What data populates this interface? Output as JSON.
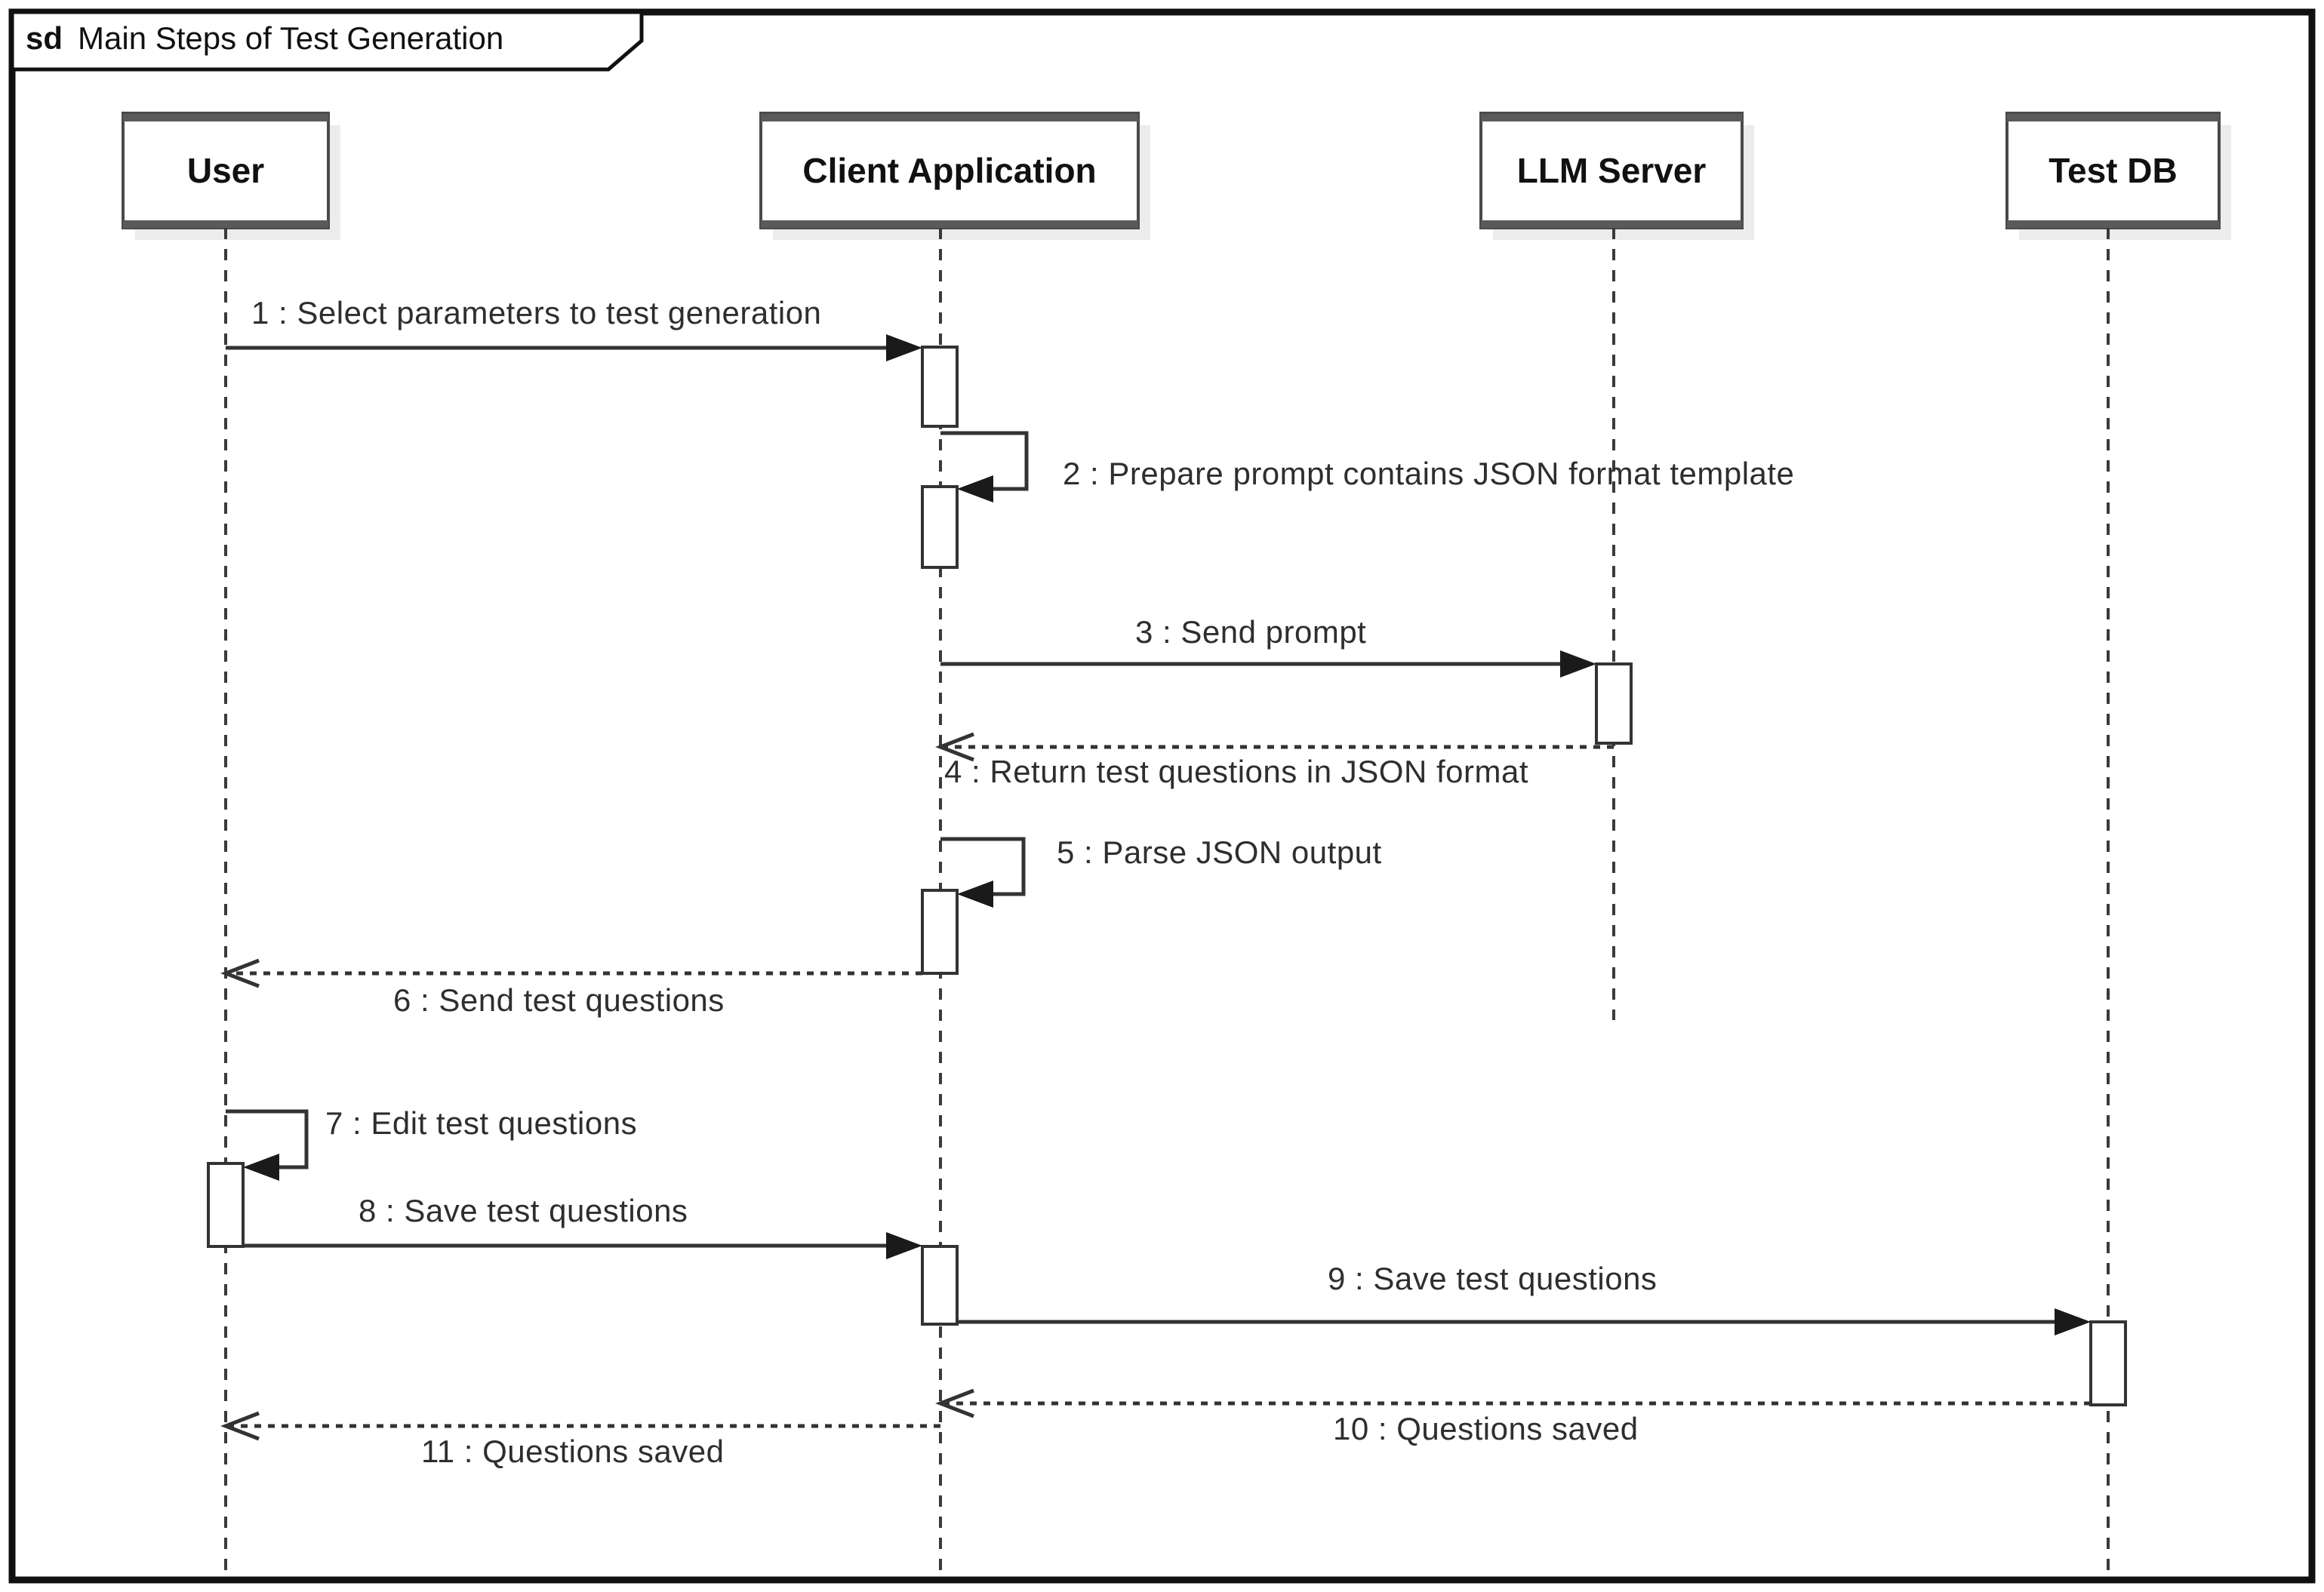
{
  "frame": {
    "keyword": "sd",
    "title": "Main Steps of Test Generation"
  },
  "participants": [
    {
      "id": "user",
      "name": "User"
    },
    {
      "id": "client-application",
      "name": "Client Application"
    },
    {
      "id": "llm-server",
      "name": "LLM Server"
    },
    {
      "id": "test-db",
      "name": "Test DB"
    }
  ],
  "messages": [
    {
      "num": 1,
      "label": "1 : Select parameters to test generation",
      "from": "User",
      "to": "Client Application",
      "type": "sync"
    },
    {
      "num": 2,
      "label": "2 : Prepare prompt contains JSON format template",
      "from": "Client Application",
      "to": "Client Application",
      "type": "self"
    },
    {
      "num": 3,
      "label": "3 : Send prompt",
      "from": "Client Application",
      "to": "LLM Server",
      "type": "sync"
    },
    {
      "num": 4,
      "label": "4 : Return test questions in JSON format",
      "from": "LLM Server",
      "to": "Client Application",
      "type": "reply"
    },
    {
      "num": 5,
      "label": "5 : Parse JSON output",
      "from": "Client Application",
      "to": "Client Application",
      "type": "self"
    },
    {
      "num": 6,
      "label": "6 : Send test questions",
      "from": "Client Application",
      "to": "User",
      "type": "reply"
    },
    {
      "num": 7,
      "label": "7 : Edit test questions",
      "from": "User",
      "to": "User",
      "type": "self"
    },
    {
      "num": 8,
      "label": "8 : Save test questions",
      "from": "User",
      "to": "Client Application",
      "type": "sync"
    },
    {
      "num": 9,
      "label": "9 : Save test questions",
      "from": "Client Application",
      "to": "Test DB",
      "type": "sync"
    },
    {
      "num": 10,
      "label": "10 : Questions saved",
      "from": "Test DB",
      "to": "Client Application",
      "type": "reply"
    },
    {
      "num": 11,
      "label": "11 : Questions saved",
      "from": "Client Application",
      "to": "User",
      "type": "reply"
    }
  ],
  "colors": {
    "line": "#333333",
    "text": "#2e2e2e",
    "frame": "#101010",
    "box_accent": "#5a5a5a",
    "box_shadow": "#ececec",
    "background": "#ffffff"
  }
}
